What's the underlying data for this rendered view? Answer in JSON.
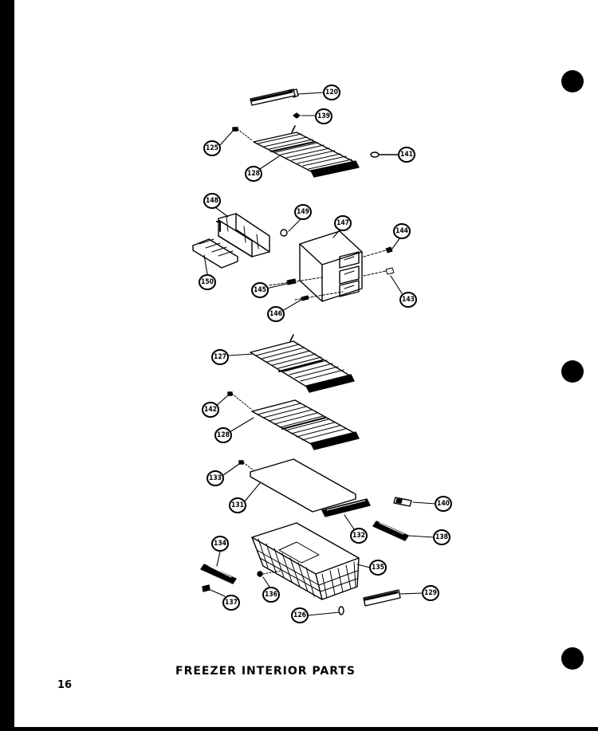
{
  "caption": "FREEZER INTERIOR PARTS",
  "page_number": "16",
  "callouts": [
    {
      "id": "c1",
      "label": "120"
    },
    {
      "id": "c2",
      "label": "139"
    },
    {
      "id": "c3",
      "label": "125"
    },
    {
      "id": "c4",
      "label": "141"
    },
    {
      "id": "c5",
      "label": "128"
    },
    {
      "id": "c6",
      "label": "148"
    },
    {
      "id": "c7",
      "label": "149"
    },
    {
      "id": "c8",
      "label": "147"
    },
    {
      "id": "c9",
      "label": "144"
    },
    {
      "id": "c10",
      "label": "150"
    },
    {
      "id": "c11",
      "label": "145"
    },
    {
      "id": "c12",
      "label": "143"
    },
    {
      "id": "c13",
      "label": "146"
    },
    {
      "id": "c14",
      "label": "127"
    },
    {
      "id": "c15",
      "label": "142"
    },
    {
      "id": "c16",
      "label": "128"
    },
    {
      "id": "c17",
      "label": "133"
    },
    {
      "id": "c18",
      "label": "131"
    },
    {
      "id": "c19",
      "label": "140"
    },
    {
      "id": "c20",
      "label": "132"
    },
    {
      "id": "c21",
      "label": "138"
    },
    {
      "id": "c22",
      "label": "134"
    },
    {
      "id": "c23",
      "label": "135"
    },
    {
      "id": "c24",
      "label": "136"
    },
    {
      "id": "c25",
      "label": "137"
    },
    {
      "id": "c26",
      "label": "129"
    },
    {
      "id": "c27",
      "label": "126"
    }
  ]
}
